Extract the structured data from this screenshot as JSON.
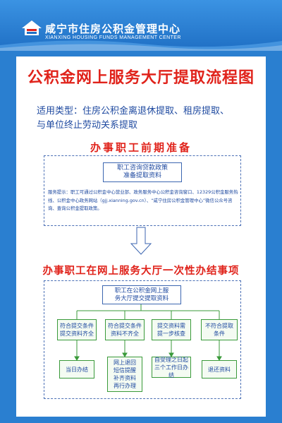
{
  "header": {
    "org_name_cn": "咸宁市住房公积金管理中心",
    "org_name_en": "XIANXING HOUSING FUNDS MANAGEMENT CENTER",
    "logo_caption": "咸宁市住房公积金"
  },
  "title": "公积金网上服务大厅提取流程图",
  "applicable_types": {
    "line1": "适用类型：住房公积金离退休提取、租房提取、",
    "line2": "与单位终止劳动关系提取"
  },
  "section1": {
    "title": "办事职工前期准备",
    "step_box": "职工咨询贷款政策\n准备提取资料",
    "tips": "服务提示：职工可通过公积金中心营业部、政务服务中心公积金咨询窗口、12329公积金服务热线、公积金中心政务网站（gjj.xianning.gov.cn）、“咸宁住房公积金管理中心”微信公众号咨询、查询公积金提取政策。"
  },
  "section2": {
    "title": "办事职工在网上服务大厅一次性办结事项",
    "start_box": "职工在公积金网上服\n务大厅提交提取资料",
    "branches": [
      {
        "condition": "符合提交条件\n提交资料齐全",
        "result": "当日办结"
      },
      {
        "condition": "符合提交条件\n资料不齐全",
        "result": "网上退回\n短信提醒\n补齐资料\n再行办理"
      },
      {
        "condition": "提交资料需\n提一步核查",
        "result": "自受理之日起\n三个工作日办结"
      },
      {
        "condition": "不符合提取\n条件",
        "result": "退还资料"
      }
    ]
  }
}
